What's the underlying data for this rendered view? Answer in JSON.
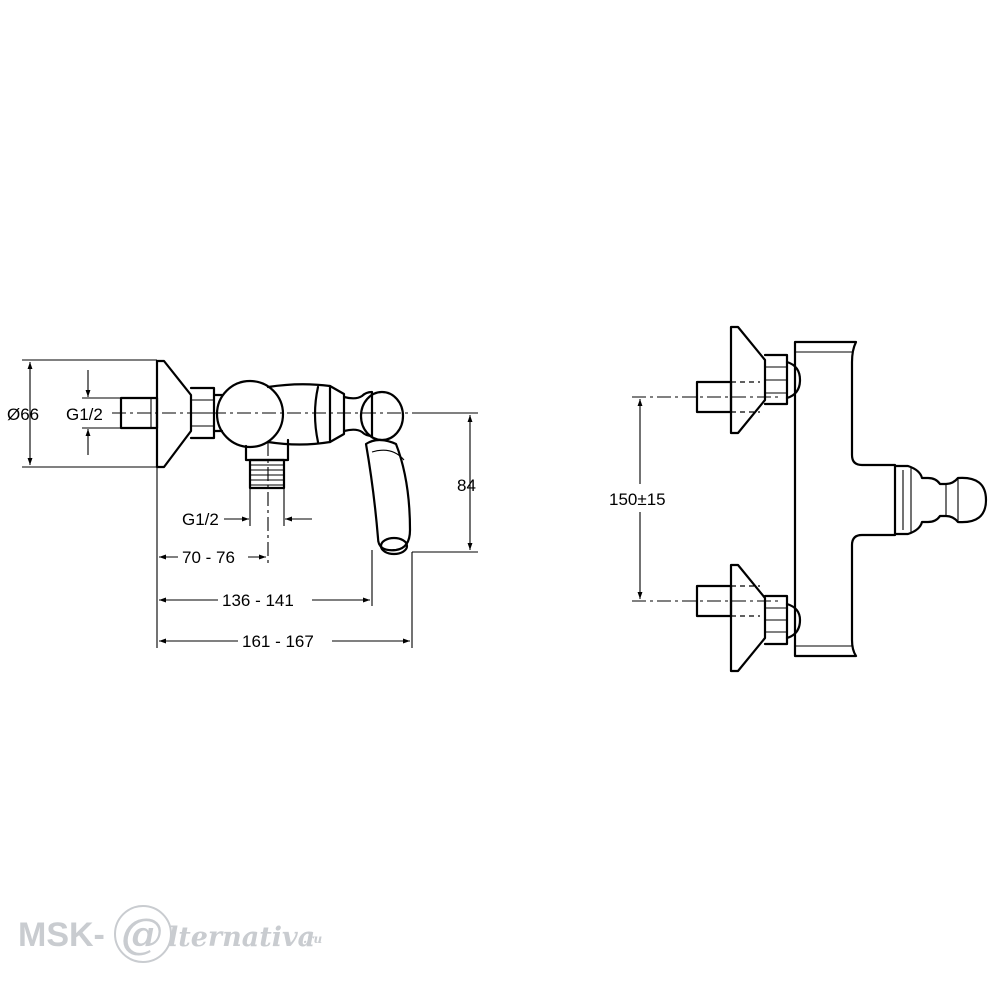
{
  "side_view": {
    "dims": {
      "diameter": "Ø66",
      "inlet_thread": "G1/2",
      "outlet_thread": "G1/2",
      "depth_short": "70 - 76",
      "depth_mid": "136 - 141",
      "depth_total": "161 - 167",
      "height": "84"
    }
  },
  "front_view": {
    "dims": {
      "inlet_spacing": "150±15"
    }
  },
  "watermark": {
    "prefix": "MSK-",
    "at_sign": "@",
    "suffix": "lternativa",
    "domain": ".ru"
  }
}
